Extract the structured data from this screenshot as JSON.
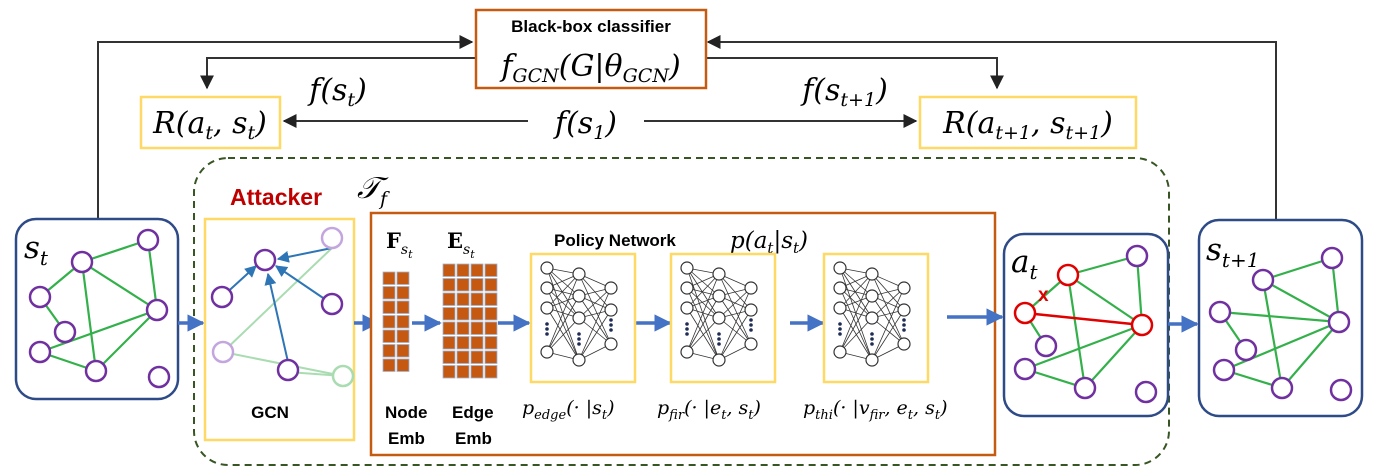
{
  "classifier": {
    "title": "Black-box classifier",
    "formula": "f_GCN(G|θ_GCN)"
  },
  "rewards": {
    "left": "R(a_t, s_t)",
    "right": "R(a_t+1, s_t+1)"
  },
  "outputs": {
    "f_st": "f(s_t)",
    "f_s1": "f(s_1)",
    "f_st1": "f(s_t+1)"
  },
  "attacker": {
    "label": "Attacker",
    "symbol": "T_f"
  },
  "states": {
    "current": "s_t",
    "action": "a_t",
    "next": "s_t+1"
  },
  "gcn": {
    "label": "GCN"
  },
  "embeddings": {
    "node_symbol": "F_s_t",
    "edge_symbol": "E_s_t",
    "node_label": [
      "Node",
      "Emb"
    ],
    "edge_label": [
      "Edge",
      "Emb"
    ]
  },
  "policy": {
    "title": "Policy Network",
    "formula": "p(a_t|s_t)",
    "heads": [
      "p_edge(· |s_t)",
      "p_fir(· |e_t, s_t)",
      "p_thi(· |v_fir, e_t, s_t)"
    ]
  },
  "action_mark": "x",
  "colors": {
    "node": "#7030a0",
    "node_faded": "#c3a6de",
    "edge": "#33b04a",
    "edge_faded": "#a9dcb0",
    "graph_box": "#2f4b87",
    "classifier_box": "#c55a11",
    "yellow_box": "#ffd966",
    "attacker_border": "#375623",
    "arrow_blue": "#4472c4",
    "attack_red": "#e00000",
    "attacker_text": "#c00000",
    "emb_cell": "#c65911"
  }
}
